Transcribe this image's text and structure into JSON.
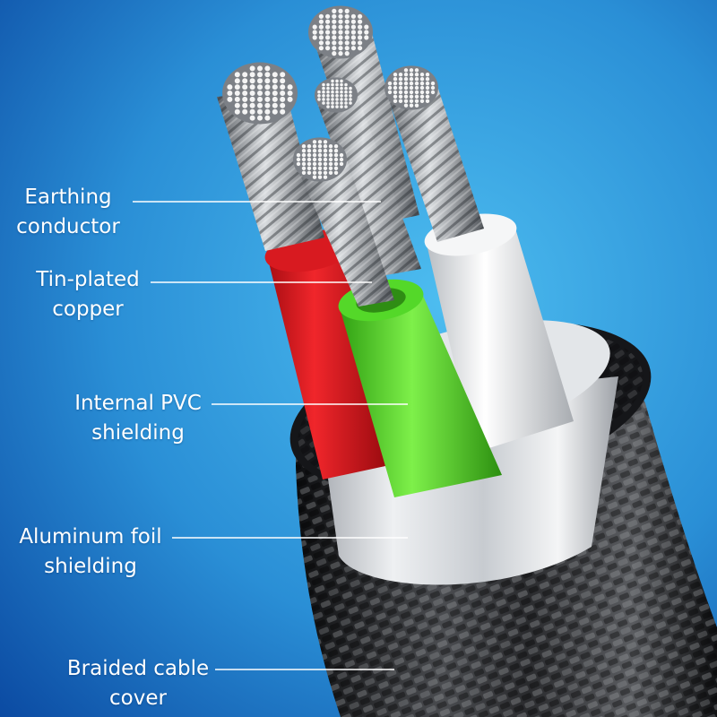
{
  "colors": {
    "background_light": "#45b4ec",
    "background_dark": "#0d4fa8",
    "red_insulation": "#e21d22",
    "green_insulation": "#49d21f",
    "white_insulation": "#e9ecef",
    "foil": "#d6d9dd",
    "braid": "#1e1f22",
    "copper_strand": "#c6c9cd",
    "label_text": "#ffffff"
  },
  "labels": [
    {
      "id": "earthing",
      "lines": [
        "Earthing",
        "conductor"
      ]
    },
    {
      "id": "tin",
      "lines": [
        "Tin-plated",
        "copper"
      ]
    },
    {
      "id": "pvc",
      "lines": [
        "Internal PVC",
        "shielding"
      ]
    },
    {
      "id": "foil",
      "lines": [
        "Aluminum foil",
        "shielding"
      ]
    },
    {
      "id": "braid",
      "lines": [
        "Braided cable",
        "cover"
      ]
    }
  ]
}
